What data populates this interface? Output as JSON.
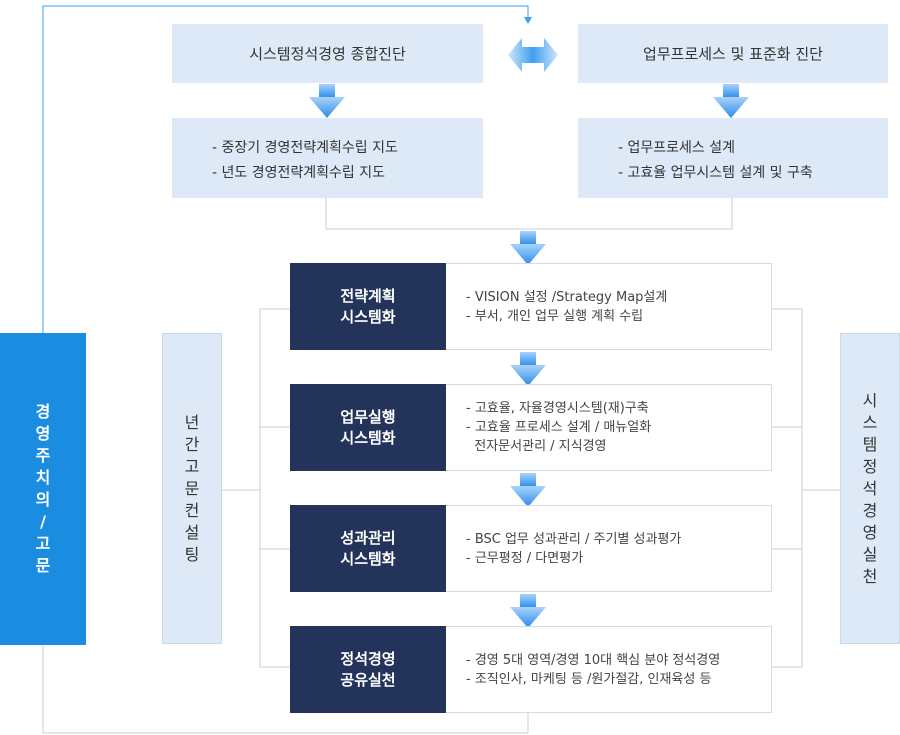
{
  "top": {
    "left_box": "시스템정석경영 종합진단",
    "right_box": "업무프로세스 및 표준화 진단",
    "left_list": [
      "- 중장기 경영전략계획수립 지도",
      "- 년도 경영전략계획수립 지도"
    ],
    "right_list": [
      "- 업무프로세스 설계",
      "- 고효율 업무시스템 설계 및 구축"
    ]
  },
  "steps": [
    {
      "title": [
        "전략계획",
        "시스템화"
      ],
      "items": [
        "- VISION 설정 /Strategy Map설계",
        "- 부서, 개인 업무 실행 계획 수립"
      ]
    },
    {
      "title": [
        "업무실행",
        "시스템화"
      ],
      "items": [
        "- 고효율, 자율경영시스템(재)구축",
        "- 고효율 프로세스 설계 / 매뉴얼화",
        "  전자문서관리 / 지식경영"
      ]
    },
    {
      "title": [
        "성과관리",
        "시스템화"
      ],
      "items": [
        "- BSC 업무 성과관리 / 주기별 성과평가",
        "- 근무평정 / 다면평가"
      ]
    },
    {
      "title": [
        "정석경영",
        "공유실천"
      ],
      "items": [
        "- 경영 5대 영역/경영 10대 핵심 분야 정석경영",
        "- 조직인사, 마케팅 등 /원가절감, 인재육성 등"
      ]
    }
  ],
  "left_blue": [
    "경",
    "영",
    "주",
    "치",
    "의",
    "/",
    "고",
    "문"
  ],
  "left_light": [
    "년",
    "간",
    "고",
    "문",
    "컨",
    "설",
    "팅"
  ],
  "right_light": [
    "시",
    "스",
    "템",
    "정",
    "석",
    "경",
    "영",
    "실",
    "천"
  ],
  "colors": {
    "navy": "#233359",
    "light_blue": "#dde9f6",
    "accent_blue": "#1b8de0",
    "arrow_blue": "#3f9ef0",
    "line": "#c8ced6"
  }
}
